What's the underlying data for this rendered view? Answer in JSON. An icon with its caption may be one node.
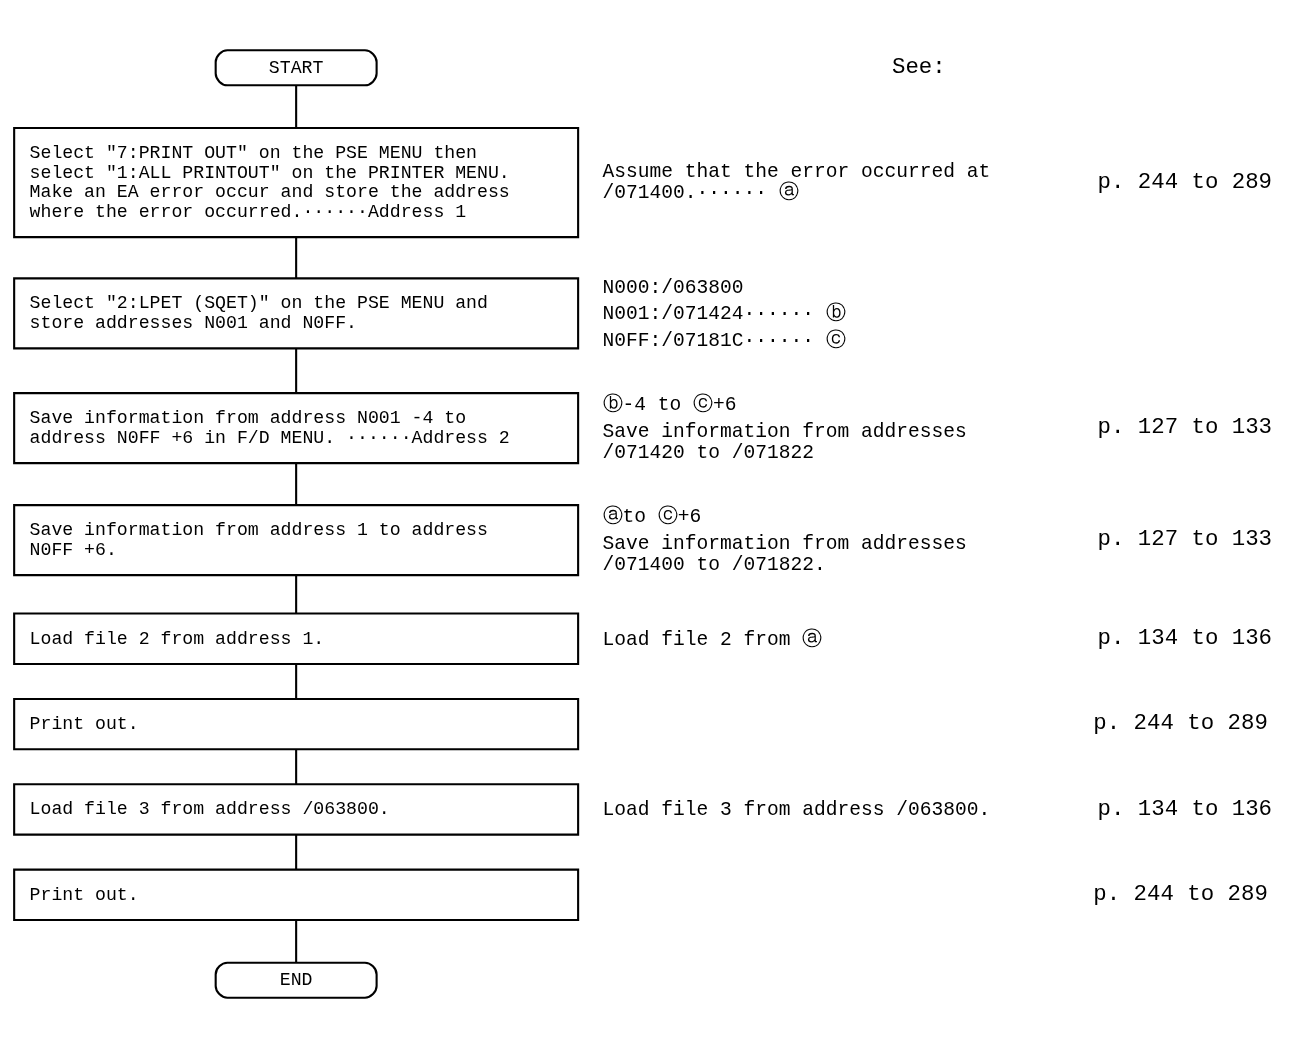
{
  "diagram": {
    "nodes": [
      {
        "text": [
          "START"
        ]
      },
      {
        "text": [
          "Select \"7:PRINT OUT\" on the PSE MENU then select \"1:ALL PRINTOUT\" on the PRINTER MENU. Make an EA error occur and store the address where the error occurred.······Address 1"
        ],
        "beside": [
          "Assume that the error occurred at /071400.······ ⓐ"
        ]
      },
      {
        "text": [
          "Select \"2:LPET (SQET)\" on the PSE MENU and store addresses N001 and N0FF."
        ],
        "beside": [
          "N000:/063800",
          "N001:/071424······ ⓑ",
          "N0FF:/07181C······ ⓒ"
        ]
      },
      {
        "text": [
          "Save information from address N001 -4 to address N0FF +6 in F/D MENU. ······Address 2"
        ],
        "beside": [
          "ⓑ-4 to ⓒ+6",
          "Save information from addresses /071420 to /071822"
        ]
      },
      {
        "text": [
          "Save information from address 1 to address N0FF +6."
        ],
        "beside": [
          "ⓐto ⓒ+6",
          "Save information from addresses /071400 to /071822."
        ]
      },
      {
        "text": [
          "Load file 2 from address 1."
        ],
        "beside": [
          "Load file 2 from ⓐ"
        ]
      },
      {
        "text": [
          "Print out."
        ]
      },
      {
        "text": [
          "Load file 3 from address /063800."
        ],
        "beside": [
          "Load file 3 from address /063800."
        ]
      },
      {
        "text": [
          "Print out."
        ]
      },
      {
        "text": [
          "END"
        ]
      }
    ],
    "edges": [
      {
        "from": 0,
        "to": 1,
        "arrow": "none"
      },
      {
        "from": 1,
        "to": 2,
        "arrow": "none"
      },
      {
        "from": 2,
        "to": 3,
        "arrow": "none"
      },
      {
        "from": 3,
        "to": 4,
        "arrow": "none"
      },
      {
        "from": 4,
        "to": 5,
        "arrow": "none"
      },
      {
        "from": 5,
        "to": 6,
        "arrow": "none"
      },
      {
        "from": 6,
        "to": 7,
        "arrow": "none"
      },
      {
        "from": 7,
        "to": 8,
        "arrow": "none"
      },
      {
        "from": 8,
        "to": 9,
        "arrow": "none"
      }
    ],
    "labels": [
      "See:",
      "p. 244 to 289",
      "p. 127 to 133",
      "p. 127 to 133",
      "p. 134 to 136",
      "p. 244 to 289",
      "p. 134 to 136",
      "p. 244 to 289"
    ]
  }
}
